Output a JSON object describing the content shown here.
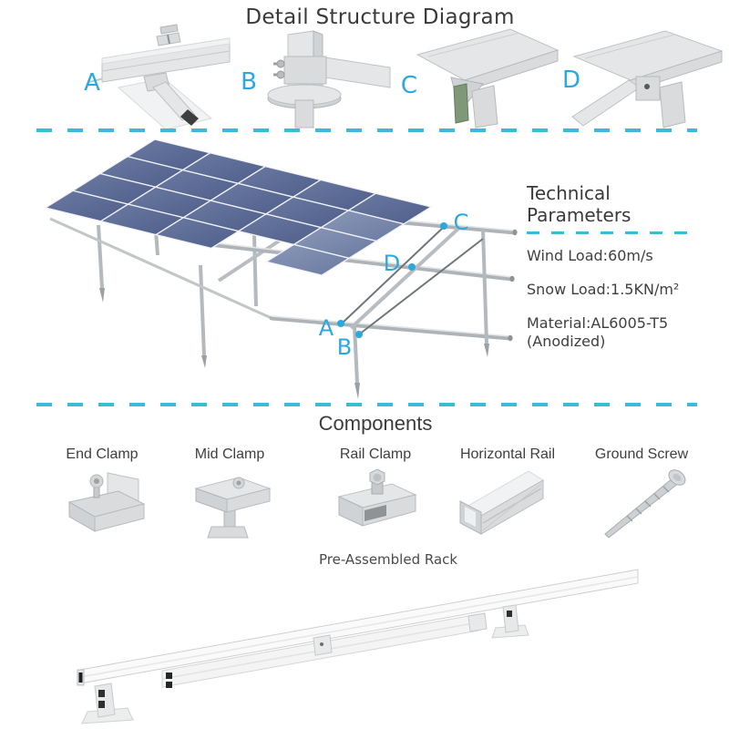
{
  "colors": {
    "accent": "#3cbbd9",
    "marker": "#2ba8df",
    "heading": "#3a3a3a",
    "panel_dark": "#4f5f8a",
    "panel_light": "#8a97b8"
  },
  "header": {
    "title": "Detail Structure Diagram"
  },
  "detail_views": [
    {
      "label": "A",
      "icon": "rail-clamp-joint-photo"
    },
    {
      "label": "B",
      "icon": "post-base-joint-photo"
    },
    {
      "label": "C",
      "icon": "rail-support-joint-photo"
    },
    {
      "label": "D",
      "icon": "rail-brace-joint-photo"
    }
  ],
  "diagram": {
    "description": "solar-ground-mount-array",
    "markers": [
      {
        "label": "A"
      },
      {
        "label": "B"
      },
      {
        "label": "C"
      },
      {
        "label": "D"
      }
    ]
  },
  "technical": {
    "title": "Technical Parameters",
    "params": [
      {
        "text": "Wind Load:60m/s"
      },
      {
        "text": "Snow Load:1.5KN/m²"
      },
      {
        "text": "Material:AL6005-T5 (Anodized)"
      }
    ]
  },
  "components": {
    "title": "Components",
    "items": [
      {
        "name": "End Clamp"
      },
      {
        "name": "Mid Clamp"
      },
      {
        "name": "Rail Clamp"
      },
      {
        "name": "Horizontal Rail"
      },
      {
        "name": "Ground Screw"
      }
    ],
    "preassembled_label": "Pre-Assembled Rack"
  }
}
